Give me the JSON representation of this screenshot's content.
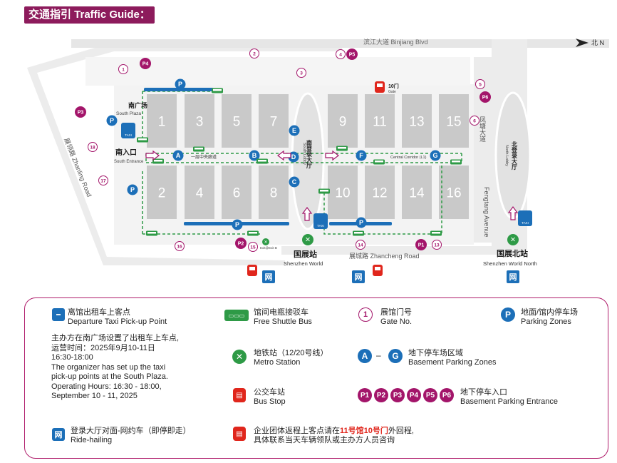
{
  "title": "交通指引 Traffic Guide：",
  "compass": "北 N",
  "roads": {
    "binjiang": "滨江大道 Binjiang Blvd",
    "zhanling": "展翎路 Zhanling Road",
    "zhancheng": "展城路 Zhancheng Road",
    "fengtang_cn": "凤塘大道",
    "fengtang_en": "Fengtang Avenue"
  },
  "halls_south": [
    "1",
    "3",
    "5",
    "7",
    "2",
    "4",
    "6",
    "8"
  ],
  "halls_north": [
    "9",
    "11",
    "13",
    "15",
    "10",
    "12",
    "14",
    "16"
  ],
  "places": {
    "south_plaza_cn": "南广场",
    "south_plaza_en": "South Plaza",
    "south_entrance_cn": "南入口",
    "south_entrance_en": "South Entrance",
    "south_lobby_cn": "南登录大厅",
    "south_lobby_en": "South Lobby",
    "north_lobby_cn": "北登录大厅",
    "north_lobby_en": "North Lobby",
    "corridor_cn": "一层中央廊道",
    "corridor_en": "Central Corridor (L1)",
    "gate10_cn": "10门",
    "gate10_en": "Gate",
    "exit": "Exit@Exit B",
    "station_cn": "国展站",
    "station_en": "Shenzhen World",
    "station_north_cn": "国展北站",
    "station_north_en": "Shenzhen World North"
  },
  "gates": [
    "1",
    "2",
    "3",
    "4",
    "5",
    "6",
    "13",
    "14",
    "15",
    "16",
    "17",
    "18"
  ],
  "parking_zones": [
    "A",
    "B",
    "C",
    "D",
    "E",
    "F",
    "G"
  ],
  "parking_entrances": [
    "P1",
    "P2",
    "P3",
    "P4",
    "P5",
    "P6"
  ],
  "symbols": {
    "p": "P",
    "taxi": "TAXI",
    "ride": "网"
  },
  "legend": {
    "taxi_cn": "离馆出租车上客点",
    "taxi_en": "Departure Taxi Pick-up Point",
    "note": [
      "主办方在南广场设置了出租车上车点,",
      "运营时间：2025年9月10-11日",
      "16:30-18:00",
      "The organizer has set up the taxi",
      "pick-up points at the South Plaza.",
      "Operating Hours: 16:30 - 18:00,",
      "September 10 - 11, 2025"
    ],
    "ride_cn": "登录大厅对面-网约车（即停即走）",
    "ride_en": "Ride-hailing",
    "shuttle_cn": "馆间电瓶接驳车",
    "shuttle_en": "Free Shuttle Bus",
    "metro_cn": "地铁站（12/20号线）",
    "metro_en": "Metro Station",
    "bus_cn": "公交车站",
    "bus_en": "Bus Stop",
    "group_pre": "企业团体返程上客点请在",
    "group_red": "11号馆10号门",
    "group_post": "外回程,",
    "group_l2": "具体联系当天车辆领队或主办方人员咨询",
    "gate_cn": "展馆门号",
    "gate_en": "Gate No.",
    "gate_num": "1",
    "bp_cn": "地下停车场区域",
    "bp_en": "Basement Parking Zones",
    "bp_a": "A",
    "bp_dash": "–",
    "bp_g": "G",
    "pz_cn": "地面/馆内停车场",
    "pz_en": "Parking Zones",
    "pe_cn": "地下停车入口",
    "pe_en": "Basement Parking Entrance"
  },
  "colors": {
    "brand": "#8d1b5c",
    "magenta": "#a3156a",
    "blue": "#1c6fb8",
    "green": "#2e9a46",
    "red": "#e0261c",
    "hall": "#c9c9c9",
    "road": "#ececec"
  }
}
